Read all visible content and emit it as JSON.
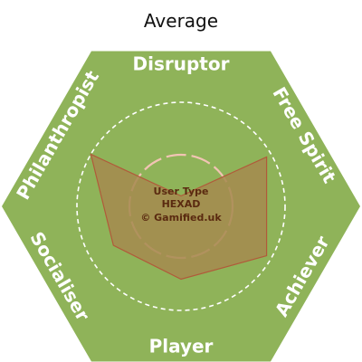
{
  "chart_data": {
    "type": "radar",
    "title": "Average",
    "axes": [
      "Disruptor",
      "Free Spirit",
      "Achiever",
      "Player",
      "Socialiser",
      "Philanthropist"
    ],
    "values": [
      0.1,
      0.95,
      0.95,
      0.7,
      0.75,
      1.0
    ],
    "range": [
      0,
      1
    ],
    "center_text": [
      "User Type",
      "HEXAD",
      "© Gamified.uk"
    ],
    "colors": {
      "hexagon": "#8fb359",
      "polygon_fill": "#a6894f",
      "polygon_stroke": "#b15a3a",
      "ring_outer": "#ffffff",
      "ring_inner": "#f2c4b4",
      "label": "#ffffff",
      "title": "#111111"
    }
  }
}
